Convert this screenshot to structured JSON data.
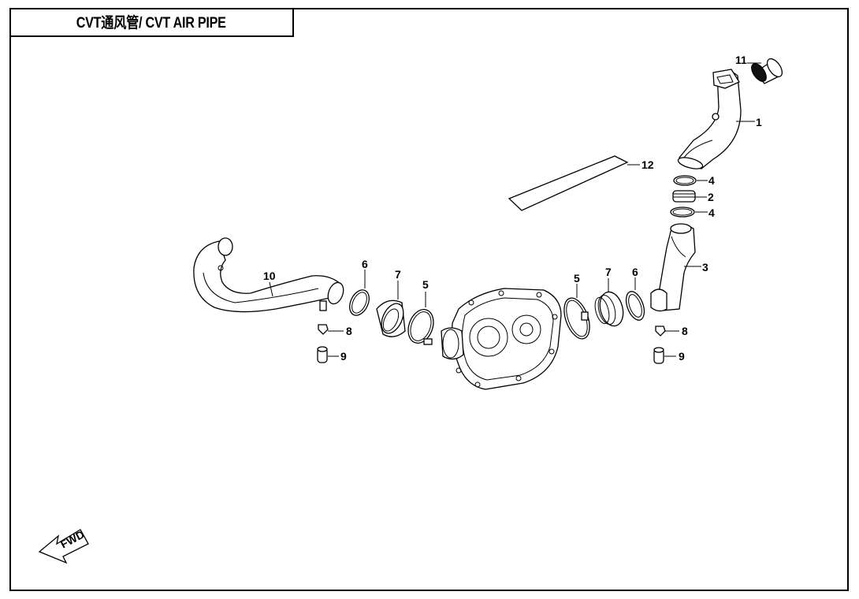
{
  "title": "CVT通风管/ CVT AIR PIPE",
  "callouts": {
    "c1": "1",
    "c2": "2",
    "c3": "3",
    "c4a": "4",
    "c4b": "4",
    "c5l": "5",
    "c5r": "5",
    "c6l": "6",
    "c6r": "6",
    "c7l": "7",
    "c7r": "7",
    "c8l": "8",
    "c8r": "8",
    "c9l": "9",
    "c9r": "9",
    "c10": "10",
    "c11": "11",
    "c12": "12"
  },
  "fwd_arrow": {
    "text": "FWD",
    "icon": "fwd-arrow-icon"
  }
}
